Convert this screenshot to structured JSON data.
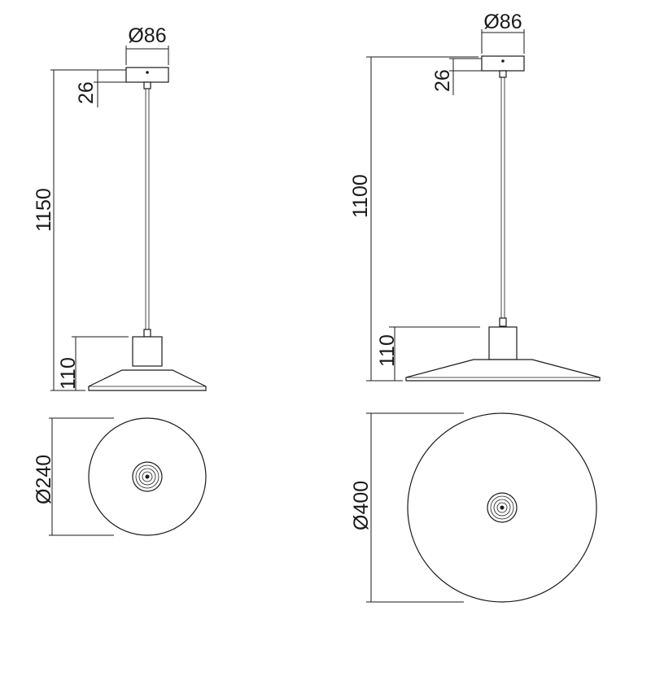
{
  "left_lamp": {
    "canopy_diameter": "Ø86",
    "canopy_height": "26",
    "total_height": "1150",
    "shade_height": "110",
    "shade_diameter": "Ø240"
  },
  "right_lamp": {
    "canopy_diameter": "Ø86",
    "canopy_height": "26",
    "total_height": "1100",
    "shade_height": "110",
    "shade_diameter": "Ø400"
  },
  "colors": {
    "line": "#1a1a1a",
    "background": "#ffffff"
  }
}
